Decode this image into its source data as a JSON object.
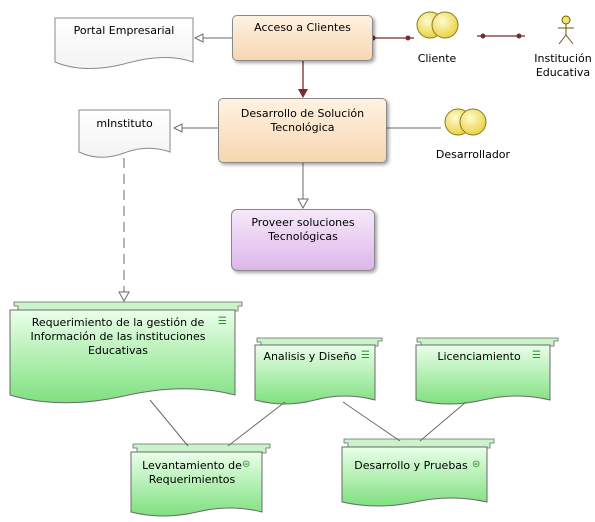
{
  "nodes": {
    "portal": "Portal Empresarial",
    "acceso": "Acceso a Clientes",
    "desarrollo": "Desarrollo de Solución Tecnológica",
    "minstituto": "mInstituto",
    "proveer": "Proveer soluciones Tecnológicas",
    "requerimiento": "Requerimiento de la gestión de Información de las instituciones Educativas",
    "analisis": "Analisis y Diseño",
    "licenciamiento": "Licenciamiento",
    "levantamiento": "Levantamiento de Requerimientos",
    "pruebas": "Desarrollo y Pruebas"
  },
  "actors": {
    "cliente": "Cliente",
    "institucion": "Institución Educativa",
    "desarrollador": "Desarrollador"
  },
  "colors": {
    "process": "#f6d6b0",
    "service": "#ddb6ea",
    "task": "#8fe58f",
    "connector": "#7a2a2a",
    "actor": "#f4e46a"
  }
}
